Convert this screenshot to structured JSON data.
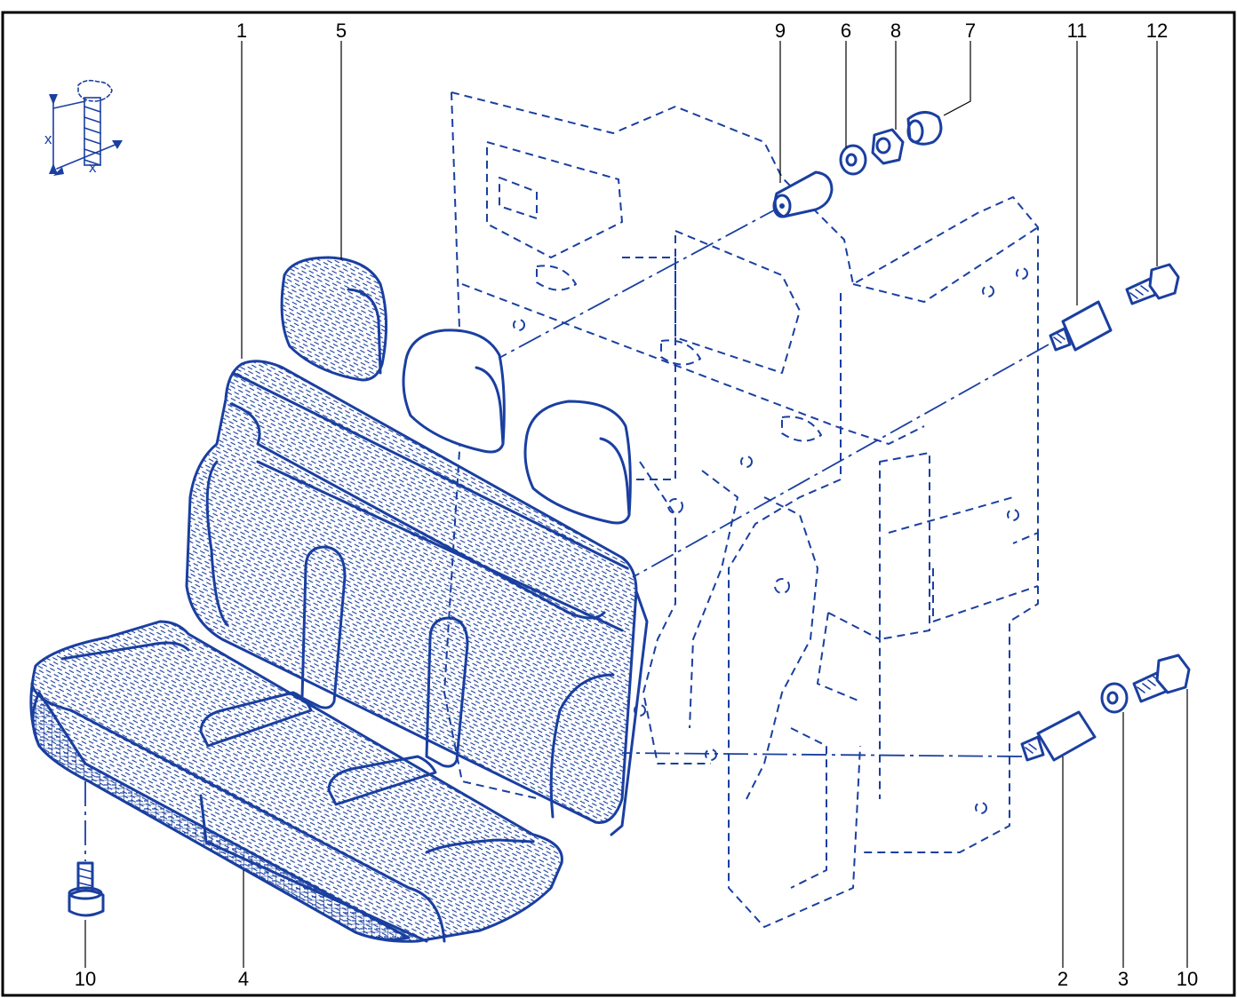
{
  "colors": {
    "ink": "#1a3fa0",
    "frame": "#000000",
    "background": "#ffffff"
  },
  "icons": {
    "torque_symbol": "bolt-torque-symbol-icon"
  },
  "torque_symbol_labels": {
    "length": "x",
    "diameter": "x"
  },
  "callouts": [
    {
      "id": "seat-back",
      "label": "1"
    },
    {
      "id": "headrest",
      "label": "5"
    },
    {
      "id": "spacer",
      "label": "9"
    },
    {
      "id": "washer-top",
      "label": "6"
    },
    {
      "id": "nut-top",
      "label": "8"
    },
    {
      "id": "cap",
      "label": "7"
    },
    {
      "id": "stud-top",
      "label": "11"
    },
    {
      "id": "bolt-top",
      "label": "12"
    },
    {
      "id": "bolt-left",
      "label": "10"
    },
    {
      "id": "seat-cushion",
      "label": "4"
    },
    {
      "id": "stud-bottom",
      "label": "2"
    },
    {
      "id": "washer-bottom",
      "label": "3"
    },
    {
      "id": "bolt-bottom",
      "label": "10"
    }
  ]
}
